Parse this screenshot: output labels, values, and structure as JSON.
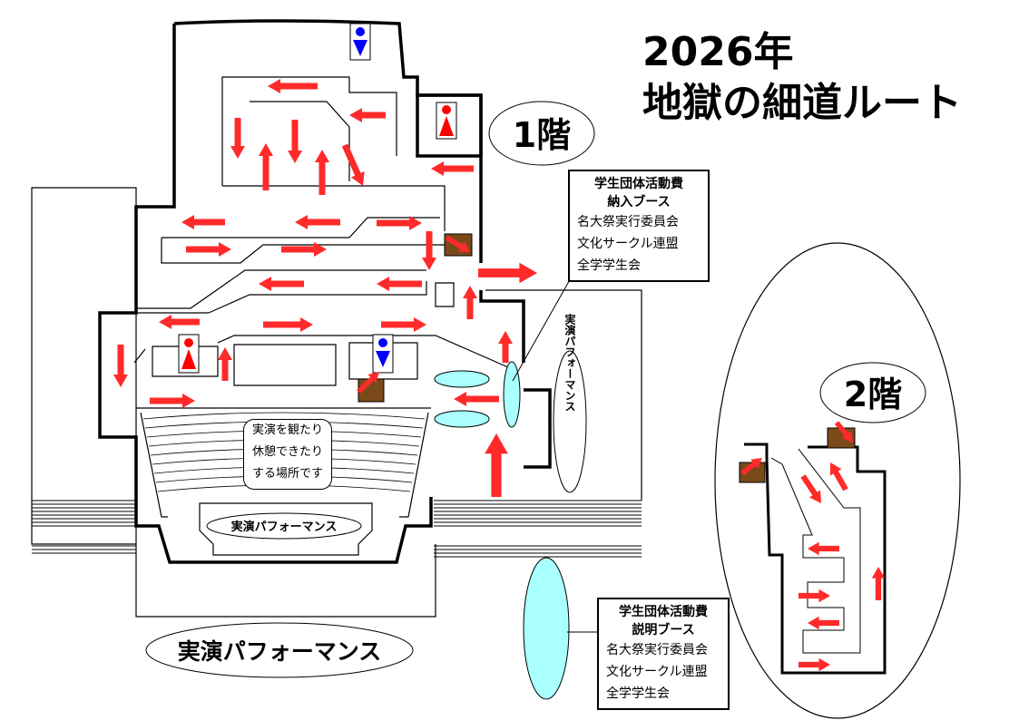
{
  "title": {
    "line1": "2026年",
    "line2": "地獄の細道ルート"
  },
  "floor1_label": "1階",
  "floor2_label": "2階",
  "booth_payment": {
    "heading_line1": "学生団体活動費",
    "heading_line2": "納入ブース",
    "orgs": [
      "名大祭実行委員会",
      "文化サークル連盟",
      "全学学生会"
    ]
  },
  "booth_explanation": {
    "heading_line1": "学生団体活動費",
    "heading_line2": "説明ブース",
    "orgs": [
      "名大祭実行委員会",
      "文化サークル連盟",
      "全学学生会"
    ]
  },
  "seating_note": [
    "実演を観たり",
    "休憩できたり",
    "する場所です"
  ],
  "performance_labels": {
    "stage": "実演パフォーマンス",
    "outdoor": "実演パフォーマンス",
    "side_vertical": "実演パフォーマンス"
  },
  "colors": {
    "arrow": "#ff2a2a",
    "stairs": "#7a4a1a",
    "restroom_female": "#ff0000",
    "restroom_male": "#0000ff",
    "booth_fill": "#aaffff"
  }
}
